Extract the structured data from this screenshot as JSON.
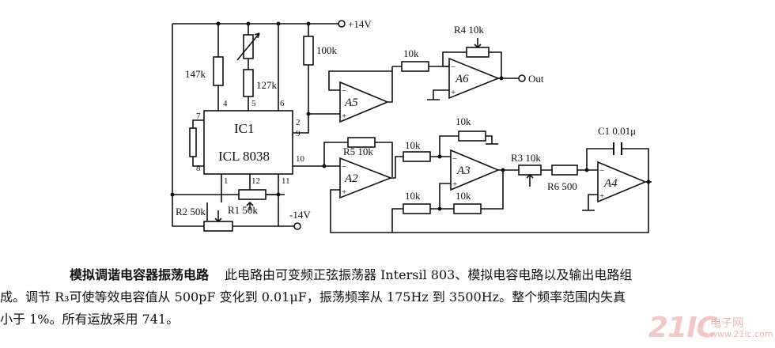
{
  "schematic": {
    "ic": {
      "name": "IC1",
      "part": "ICL 8038"
    },
    "pins": {
      "p1": "1",
      "p2": "2",
      "p4": "4",
      "p5": "5",
      "p6": "6",
      "p7": "7",
      "p8": "8",
      "p9": "9",
      "p10": "10",
      "p11": "11",
      "p12": "12",
      "p2b": "2"
    },
    "supply": {
      "vplus": "+14V",
      "vminus": "-14V"
    },
    "resistors": {
      "r147k": "147k",
      "r127k": "127k",
      "r100k": "100k",
      "r_a5_in": "10k",
      "r4": "R4  10k",
      "r5": "R5  10k",
      "r_a3_fb": "10k",
      "r_a3_in1": "10k",
      "r_a3_in2": "10k",
      "r_a3_in3": "10k",
      "r3": "R3  10k",
      "r6": "R6  500",
      "r1": "R1  50k",
      "r2": "R2  50k"
    },
    "capacitor": {
      "c1": "C1  0.01μ"
    },
    "opamps": {
      "a2": "A2",
      "a3": "A3",
      "a4": "A4",
      "a5": "A5",
      "a6": "A6"
    },
    "output": "Out"
  },
  "caption": {
    "title": "模拟调谐电容器振荡电路",
    "line1": "此电路由可变频正弦振荡器 Intersil 803、模拟电容电路以及输出电路组",
    "line2": "成。调节 R₃可使等效电容值从 500pF 变化到 0.01μF，振荡频率从 175Hz 到 3500Hz。整个频率范围内失真",
    "line3": "小于 1%。所有运放采用 741。"
  },
  "watermark": {
    "logo": "21IC",
    "cn": "电子网",
    "url": "www.21ic.com"
  }
}
